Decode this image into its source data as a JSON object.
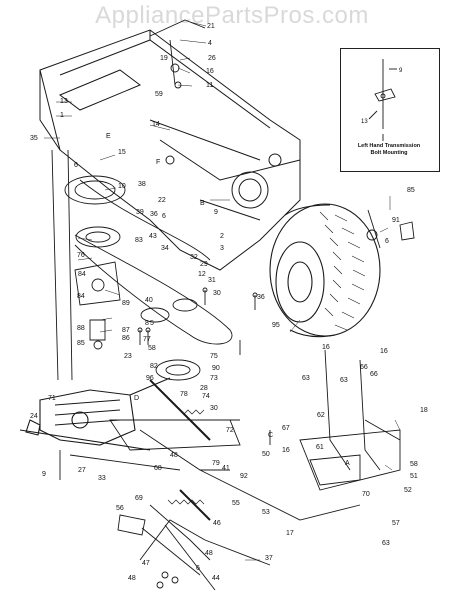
{
  "watermark": "AppliancePartsPros.com",
  "inset": {
    "caption_line1": "Left Hand Transmission",
    "caption_line2": "Bolt Mounting",
    "callouts": [
      "9",
      "13"
    ]
  },
  "callouts": [
    "21",
    "4",
    "26",
    "19",
    "16",
    "11",
    "13",
    "1",
    "59",
    "35",
    "14",
    "6",
    "15",
    "10",
    "38",
    "36",
    "39",
    "6",
    "22",
    "9",
    "84",
    "85",
    "91",
    "6",
    "32",
    "2",
    "3",
    "34",
    "43",
    "29",
    "12",
    "31",
    "30",
    "76",
    "83",
    "40",
    "36",
    "84",
    "89",
    "8",
    "77",
    "87",
    "88",
    "86",
    "85",
    "66",
    "95",
    "16",
    "5",
    "58",
    "75",
    "73",
    "28",
    "90",
    "78",
    "96",
    "74",
    "23",
    "82",
    "63",
    "16",
    "30",
    "66",
    "71",
    "24",
    "27",
    "33",
    "9",
    "79",
    "72",
    "68",
    "50",
    "62",
    "61",
    "48",
    "67",
    "16",
    "18",
    "58",
    "51",
    "57",
    "63",
    "52",
    "70",
    "41",
    "92",
    "55",
    "46",
    "53",
    "69",
    "56",
    "17",
    "37",
    "47",
    "6",
    "48",
    "44",
    "48",
    "63",
    "A",
    "B",
    "C",
    "D",
    "E",
    "F"
  ]
}
